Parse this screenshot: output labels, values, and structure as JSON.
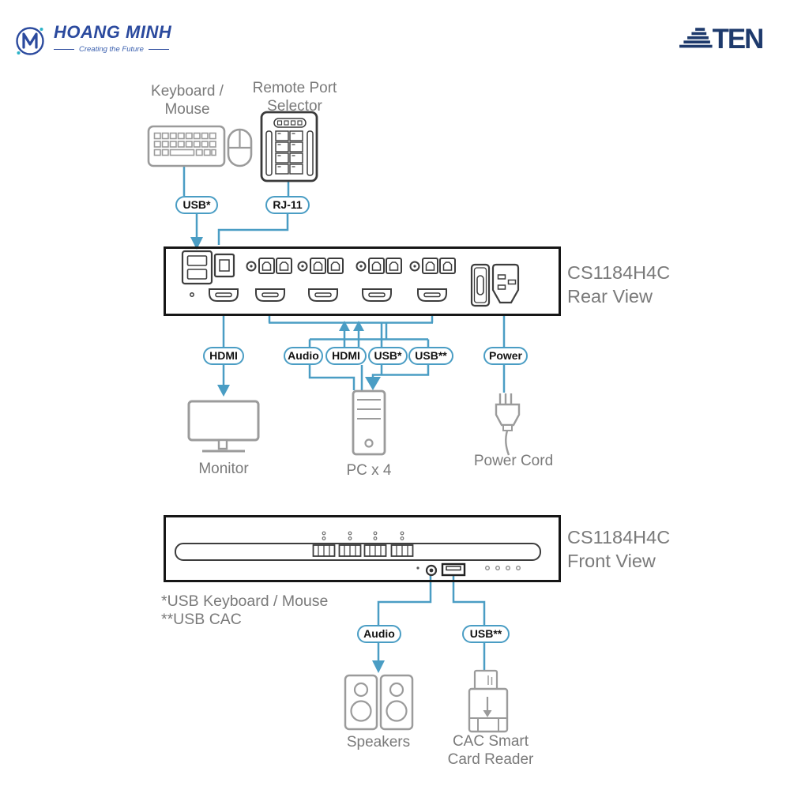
{
  "header": {
    "brand_name": "HOANG MINH",
    "brand_tagline": "Creating the Future",
    "aten_logo": "TEN"
  },
  "peripherals": {
    "keyboard_mouse_label": "Keyboard / Mouse",
    "remote_selector_label": "Remote Port Selector"
  },
  "cable_labels": {
    "usb_keyboard": "USB*",
    "rj11": "RJ-11",
    "hdmi_monitor": "HDMI",
    "audio_pc": "Audio",
    "hdmi_pc": "HDMI",
    "usb_pc": "USB*",
    "usb_cac_pc": "USB**",
    "power": "Power",
    "audio_front": "Audio",
    "usb_cac_front": "USB**"
  },
  "rear_panel": {
    "model": "CS1184H4C",
    "view_label": "Rear View"
  },
  "front_panel": {
    "model": "CS1184H4C",
    "view_label": "Front View"
  },
  "endpoints": {
    "monitor": "Monitor",
    "pc": "PC x 4",
    "power_cord": "Power Cord",
    "speakers": "Speakers",
    "cac_reader": "CAC Smart Card Reader"
  },
  "footnotes": {
    "line1": "*USB Keyboard / Mouse",
    "line2": "**USB CAC"
  },
  "colors": {
    "wire_blue": "#4A9DC4",
    "brand_blue": "#2B4A9E",
    "aten_navy": "#1E3A6C",
    "icon_gray": "#9B9B9B",
    "label_gray": "#7A7A7A"
  }
}
